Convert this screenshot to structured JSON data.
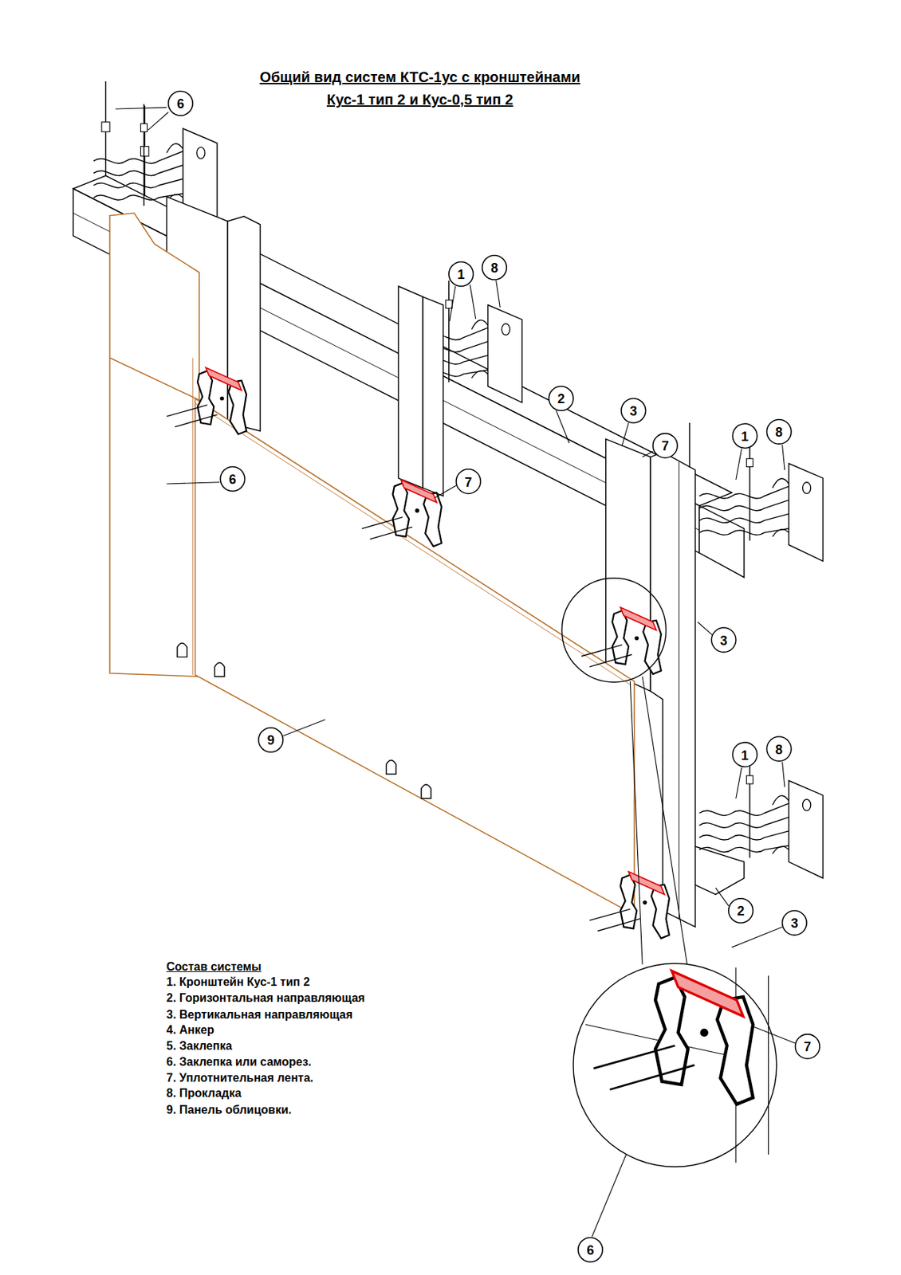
{
  "diagram": {
    "title": "Общий вид систем КТС-1ус с кронштейнами Кус-1 тип 2 и Кус-0,5 тип 2",
    "labels": [
      "6",
      "1",
      "8",
      "2",
      "3",
      "7",
      "1",
      "8",
      "6",
      "7",
      "3",
      "9",
      "1",
      "8",
      "2",
      "3",
      "7",
      "6",
      "Состав системы",
      "1. Кронштейн Кус-1 тип 2",
      "2. Горизонтальная направляющая",
      "3. Вертикальная направляющая",
      "4. Анкер",
      "5. Заклепка",
      "6. Заклепка или саморез.",
      "7. Уплотнительная лента.",
      "8. Прокладка",
      "9. Панель облицовки."
    ]
  }
}
